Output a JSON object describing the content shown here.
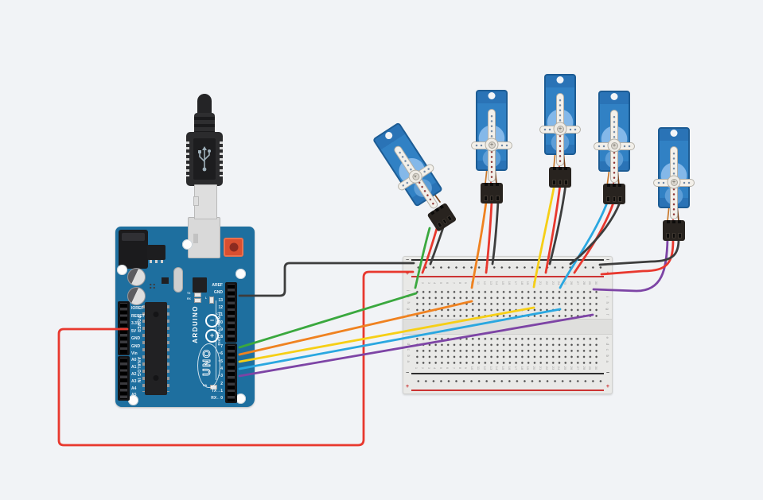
{
  "scene": {
    "background": "#f1f3f6",
    "description": "Tinkercad-style circuit: Arduino Uno driving five micro servos through a breadboard"
  },
  "arduino": {
    "name": "Arduino Uno R3",
    "board_color": "#1e6f9f",
    "brand": "ARDUINO",
    "model": "UNO",
    "logo_minus": "−",
    "logo_plus": "+",
    "group_labels": {
      "power": "POWER",
      "analog": "ANALOG IN",
      "digital": "DIGITAL (PWM~)"
    },
    "indicator_labels": {
      "tx": "TX",
      "rx": "RX",
      "l": "L",
      "on": "ON"
    },
    "power_pins": [
      "IOREF",
      "RESET",
      "3.3V",
      "5V",
      "GND",
      "GND",
      "Vin"
    ],
    "analog_pins": [
      "A0",
      "A1",
      "A2",
      "A3",
      "A4",
      "A5"
    ],
    "digital_pins_upper": [
      "AREF",
      "GND",
      "13",
      "12",
      "~11",
      "~10",
      "~9",
      "8"
    ],
    "digital_pins_lower": [
      "7",
      "~6",
      "~5",
      "4",
      "~3",
      "2",
      "TX→1",
      "RX←0"
    ]
  },
  "usb_cable": {
    "name": "USB Cable"
  },
  "breadboard": {
    "name": "Breadboard",
    "column_numbers": [
      "1",
      "2",
      "3",
      "4",
      "5",
      "6",
      "7",
      "8",
      "9",
      "10",
      "11",
      "12",
      "13",
      "14",
      "15",
      "16",
      "17",
      "18",
      "19",
      "20",
      "21",
      "22",
      "23",
      "24",
      "25",
      "26",
      "27",
      "28",
      "29",
      "30"
    ],
    "row_letters_top": [
      "j",
      "i",
      "h",
      "g",
      "f"
    ],
    "row_letters_bottom": [
      "e",
      "d",
      "c",
      "b",
      "a"
    ],
    "rail_minus": "−",
    "rail_plus": "+"
  },
  "servos": [
    {
      "name": "Micro Servo 1",
      "signal_color": "#3aa83e",
      "arduino_pin": "7",
      "breadboard_column": "1",
      "rotation_deg": -33
    },
    {
      "name": "Micro Servo 2",
      "signal_color": "#ef8220",
      "arduino_pin": "~6",
      "breadboard_column": "10",
      "rotation_deg": 0
    },
    {
      "name": "Micro Servo 3",
      "signal_color": "#f6cf16",
      "arduino_pin": "~5",
      "breadboard_column": "20",
      "rotation_deg": 0
    },
    {
      "name": "Micro Servo 4",
      "signal_color": "#2aa7e0",
      "arduino_pin": "4",
      "breadboard_column": "25",
      "rotation_deg": 0
    },
    {
      "name": "Micro Servo 5",
      "signal_color": "#7d44a5",
      "arduino_pin": "~3",
      "breadboard_column": "30",
      "rotation_deg": 0
    }
  ],
  "servo_lead_colors": [
    "#c9792c",
    "#cf4034",
    "#7d451c"
  ],
  "wires": [
    {
      "name": "gnd-to-negative-rail",
      "color": "#3d3d3d",
      "from": "Arduino GND",
      "to": "Breadboard − rail"
    },
    {
      "name": "5v-to-positive-rail",
      "color": "#e8382e",
      "from": "Arduino 5V",
      "to": "Breadboard + rail"
    },
    {
      "name": "pin7-signal",
      "color": "#3aa83e",
      "from": "Arduino D7",
      "to": "Breadboard col 1"
    },
    {
      "name": "pin6-signal",
      "color": "#ef8220",
      "from": "Arduino D6",
      "to": "Breadboard col 10"
    },
    {
      "name": "pin5-signal",
      "color": "#f6cf16",
      "from": "Arduino D5",
      "to": "Breadboard col 20"
    },
    {
      "name": "pin4-signal",
      "color": "#2aa7e0",
      "from": "Arduino D4",
      "to": "Breadboard col 25"
    },
    {
      "name": "pin3-signal",
      "color": "#7d44a5",
      "from": "Arduino D3",
      "to": "Breadboard col 30"
    },
    {
      "name": "servo1-signal",
      "color": "#3aa83e",
      "from": "Servo 1 connector",
      "to": "Breadboard col 1"
    },
    {
      "name": "servo1-power",
      "color": "#e8382e",
      "from": "Servo 1 connector",
      "to": "+ rail"
    },
    {
      "name": "servo1-ground",
      "color": "#3d3d3d",
      "from": "Servo 1 connector",
      "to": "− rail"
    },
    {
      "name": "servo2-signal",
      "color": "#ef8220",
      "from": "Servo 2 connector",
      "to": "Breadboard col 10"
    },
    {
      "name": "servo2-power",
      "color": "#e8382e",
      "from": "Servo 2 connector",
      "to": "+ rail"
    },
    {
      "name": "servo2-ground",
      "color": "#3d3d3d",
      "from": "Servo 2 connector",
      "to": "− rail"
    },
    {
      "name": "servo3-signal",
      "color": "#f6cf16",
      "from": "Servo 3 connector",
      "to": "Breadboard col 20"
    },
    {
      "name": "servo3-power",
      "color": "#e8382e",
      "from": "Servo 3 connector",
      "to": "+ rail"
    },
    {
      "name": "servo3-ground",
      "color": "#3d3d3d",
      "from": "Servo 3 connector",
      "to": "− rail"
    },
    {
      "name": "servo4-signal",
      "color": "#2aa7e0",
      "from": "Servo 4 connector",
      "to": "Breadboard col 25"
    },
    {
      "name": "servo4-power",
      "color": "#e8382e",
      "from": "Servo 4 connector",
      "to": "+ rail"
    },
    {
      "name": "servo4-ground",
      "color": "#3d3d3d",
      "from": "Servo 4 connector",
      "to": "− rail"
    },
    {
      "name": "servo5-signal",
      "color": "#7d44a5",
      "from": "Servo 5 connector",
      "to": "Breadboard col 30"
    },
    {
      "name": "servo5-power",
      "color": "#e8382e",
      "from": "Servo 5 connector",
      "to": "+ rail"
    },
    {
      "name": "servo5-ground",
      "color": "#3d3d3d",
      "from": "Servo 5 connector",
      "to": "− rail"
    }
  ]
}
